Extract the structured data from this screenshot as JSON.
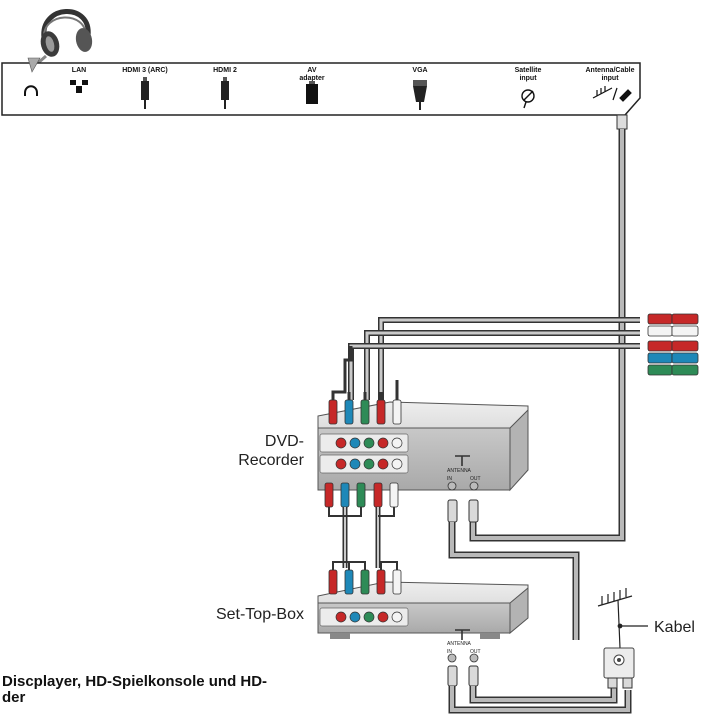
{
  "tv_panel": {
    "ports": [
      {
        "name": "headphone-port",
        "label": ""
      },
      {
        "name": "lan-port",
        "label": "LAN"
      },
      {
        "name": "hdmi3-arc-port",
        "label": "HDMI 3 (ARC)"
      },
      {
        "name": "hdmi2-port",
        "label": "HDMI 2"
      },
      {
        "name": "av-adapter-port",
        "label": "AV",
        "label2": "adapter"
      },
      {
        "name": "vga-port",
        "label": "VGA"
      },
      {
        "name": "satellite-input-port",
        "label": "Satellite",
        "label2": "input"
      },
      {
        "name": "antenna-cable-input-port",
        "label": "Antenna/Cable",
        "label2": "input"
      }
    ]
  },
  "devices": {
    "dvd_recorder": {
      "label_line1": "DVD-",
      "label_line2": "Recorder",
      "antenna_label": "ANTENNA",
      "in_label": "IN",
      "out_label": "OUT"
    },
    "set_top_box": {
      "label": "Set-Top-Box",
      "antenna_label": "ANTENNA",
      "in_label": "IN",
      "out_label": "OUT"
    }
  },
  "kabel_label": "Kabel",
  "caption": {
    "line1": "Discplayer, HD-Spielkonsole und HD-",
    "line2": "der"
  },
  "colors": {
    "red": "#c62828",
    "white": "#f4f4f4",
    "blue": "#1e88b8",
    "green": "#2e8b57",
    "cable_gray": "#9a9a9a"
  }
}
